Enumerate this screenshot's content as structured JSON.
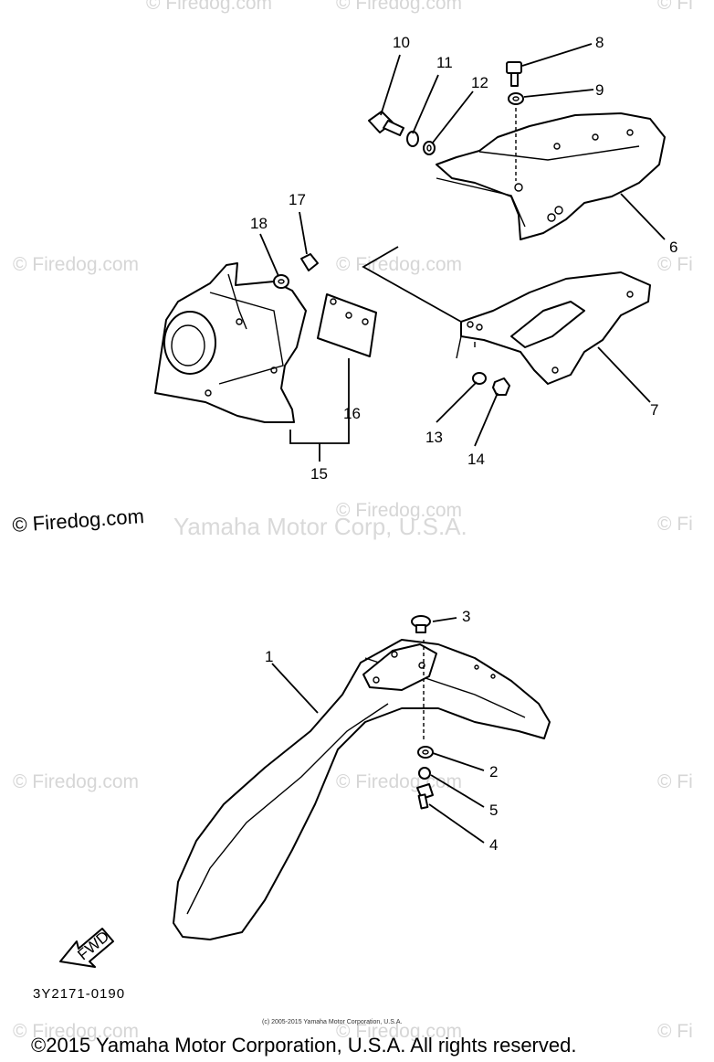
{
  "watermarks": {
    "site": "© Firedog.com",
    "site_short": "© Fi",
    "corp": "Yamaha Motor Corp, U.S.A.",
    "corp_fragment": "Firedog.com"
  },
  "part_labels": {
    "p1": "1",
    "p2": "2",
    "p3": "3",
    "p4": "4",
    "p5": "5",
    "p6": "6",
    "p7": "7",
    "p8": "8",
    "p9": "9",
    "p10": "10",
    "p11": "11",
    "p12": "12",
    "p13": "13",
    "p14": "14",
    "p15": "15",
    "p16": "16",
    "p17": "17",
    "p18": "18"
  },
  "direction_arrow": "FWD",
  "diagram_code": "3Y2171-0190",
  "small_copyright": "(c) 2005-2015 Yamaha Motor Corporation, U.S.A.",
  "copyright": "©2015 Yamaha Motor Corporation, U.S.A. All rights reserved."
}
